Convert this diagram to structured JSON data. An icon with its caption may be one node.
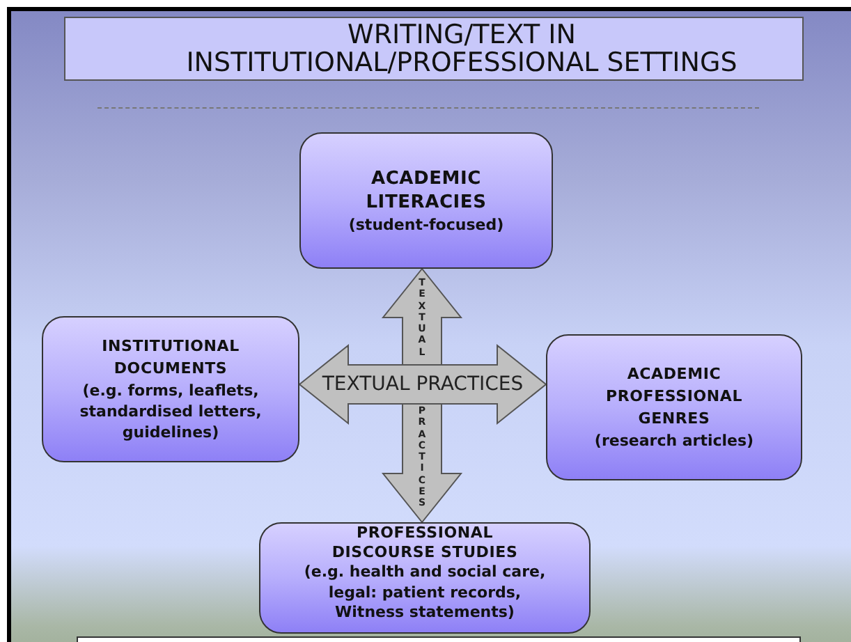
{
  "diagram": {
    "title": "WRITING/TEXT IN INSTITUTIONAL/PROFESSIONAL SETTINGS",
    "nodes": [
      {
        "text": [
          "ACADEMIC LITERACIES",
          "(student-focused)"
        ]
      },
      {
        "text": [
          "INSTITUTIONAL DOCUMENTS",
          "(e.g. forms, leaflets, standardised letters, guidelines)"
        ]
      },
      {
        "text": [
          "ACADEMIC PROFESSIONAL GENRES",
          "(research articles)"
        ]
      },
      {
        "text": [
          "PROFESSIONAL DISCOURSE STUDIES",
          "(e.g. health and social care, legal: patient records, Witness statements)"
        ]
      },
      {
        "text": [],
        "shape": "box"
      }
    ],
    "edges": [
      {
        "from": 0,
        "to": 3,
        "arrow": "both"
      },
      {
        "from": 1,
        "to": 2,
        "arrow": "both",
        "label": "TEXTUAL PRACTICES"
      }
    ],
    "labels": [
      "TEXTUAL",
      "PRACTICES"
    ]
  }
}
